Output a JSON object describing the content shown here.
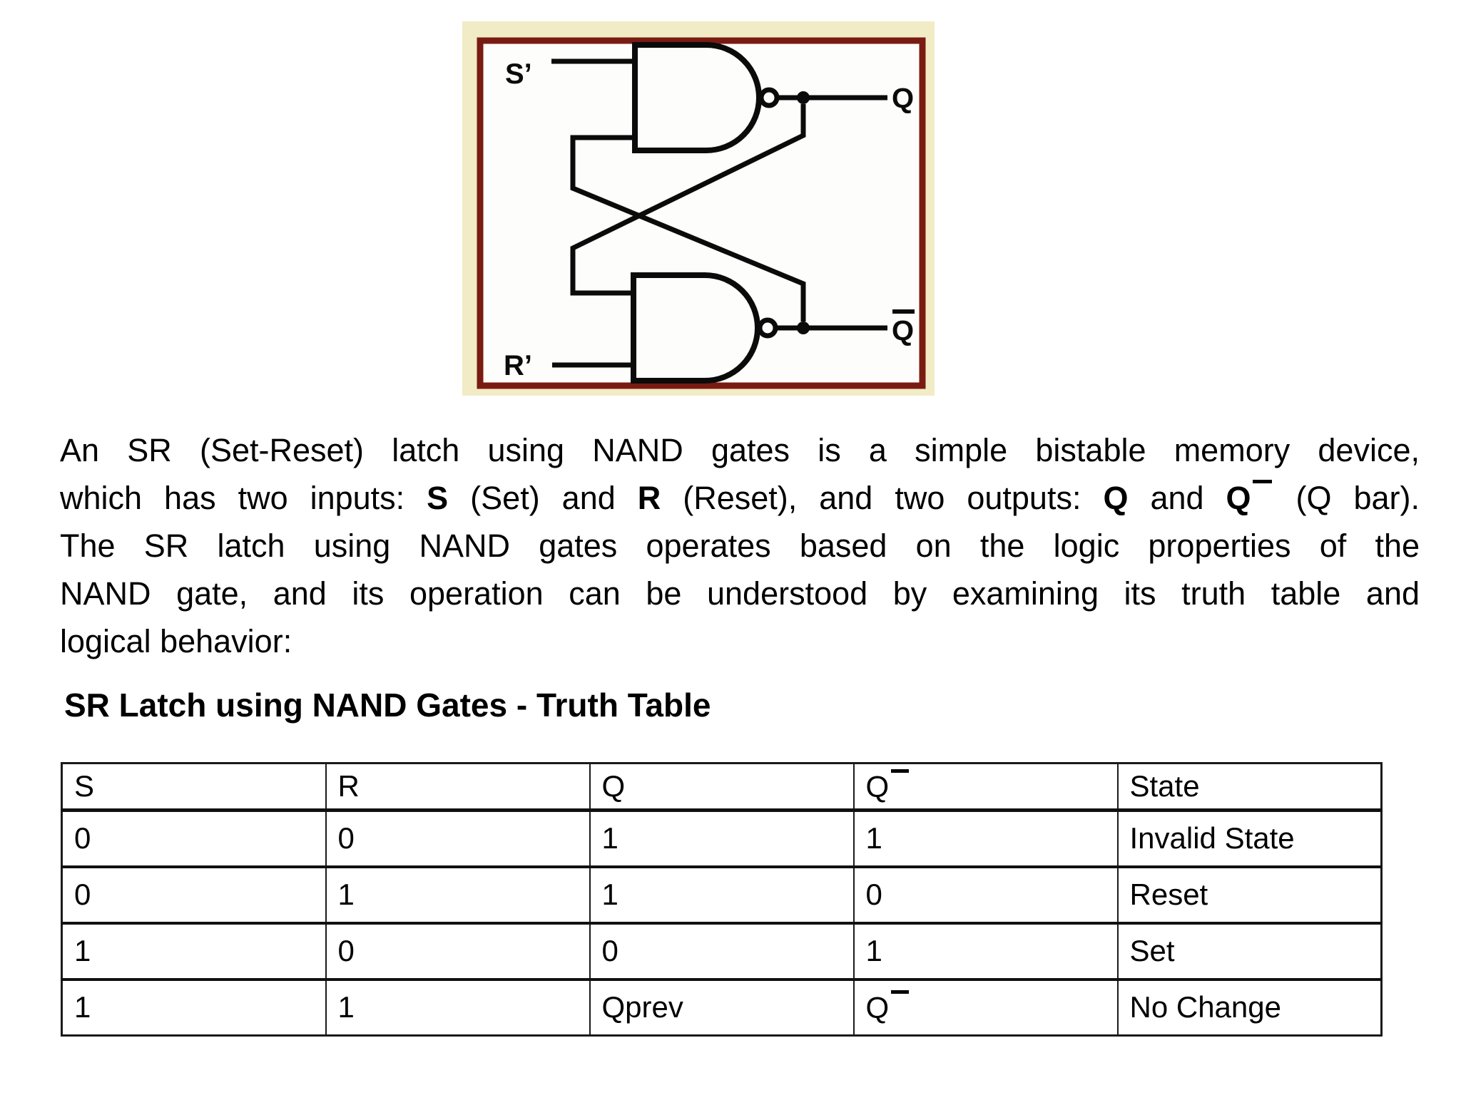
{
  "circuit": {
    "labels": {
      "set_input": "S’",
      "reset_input": "R’",
      "q_output": "Q",
      "q_bar_output": "Q̄"
    },
    "colors": {
      "frame_outer": "#f1ecc6",
      "frame_border": "#7a1b12",
      "interior": "#fdfdfb",
      "line": "#0b0b0b"
    }
  },
  "paragraph": {
    "lines": [
      {
        "justify": true,
        "segments": [
          {
            "t": "An SR (Set-Reset) latch using NAND gates is a simple bistable memory device,"
          }
        ]
      },
      {
        "justify": true,
        "segments": [
          {
            "t": "which has two inputs: "
          },
          {
            "t": "S",
            "b": true
          },
          {
            "t": " (Set) and "
          },
          {
            "t": "R",
            "b": true
          },
          {
            "t": " (Reset), and two outputs: "
          },
          {
            "t": "Q",
            "b": true
          },
          {
            "t": " and "
          },
          {
            "t": "Q̄",
            "b": true
          },
          {
            "t": " (Q bar)."
          }
        ]
      },
      {
        "justify": true,
        "segments": [
          {
            "t": "The SR latch using NAND gates operates based on the logic properties of the"
          }
        ]
      },
      {
        "justify": true,
        "segments": [
          {
            "t": "NAND gate, and its operation can be understood by examining its truth table and"
          }
        ]
      },
      {
        "justify": false,
        "segments": [
          {
            "t": "logical behavior:"
          }
        ]
      }
    ]
  },
  "heading": "SR Latch using NAND Gates - Truth Table",
  "table": {
    "headers": [
      "S",
      "R",
      "Q",
      "Q̄",
      "State"
    ],
    "rows": [
      [
        "0",
        "0",
        "1",
        "1",
        "Invalid State"
      ],
      [
        "0",
        "1",
        "1",
        "0",
        "Reset"
      ],
      [
        "1",
        "0",
        "0",
        "1",
        "Set"
      ],
      [
        "1",
        "1",
        "Qprev",
        "Q̄",
        "No Change"
      ]
    ]
  }
}
